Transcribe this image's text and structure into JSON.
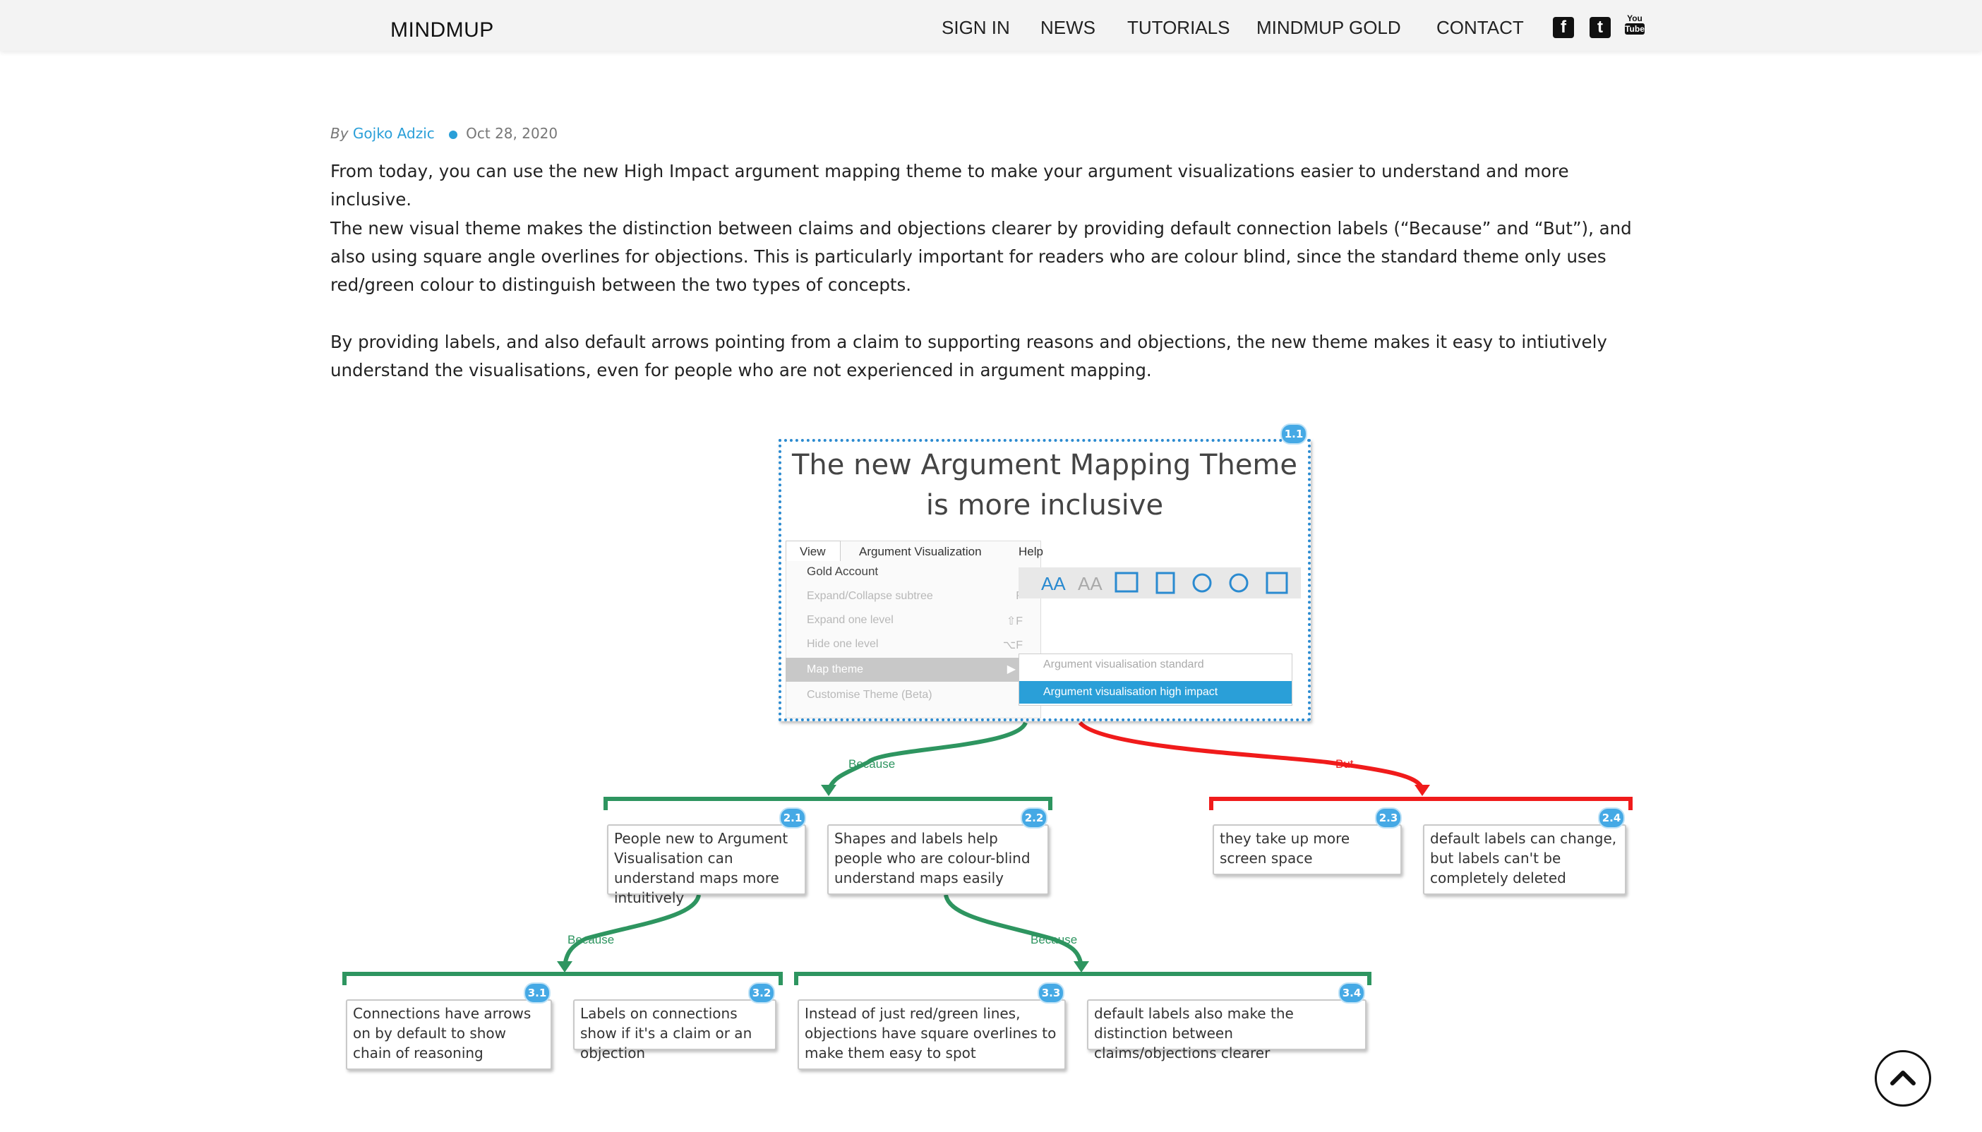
{
  "header": {
    "brand": "MINDMUP",
    "nav": [
      "SIGN IN",
      "NEWS",
      "TUTORIALS",
      "MINDMUP GOLD",
      "CONTACT"
    ],
    "social": [
      {
        "name": "facebook-icon",
        "glyph": "f"
      },
      {
        "name": "twitter-icon",
        "glyph": "t"
      },
      {
        "name": "youtube-icon",
        "top": "You",
        "bottom": "Tube"
      }
    ]
  },
  "post": {
    "by": "By",
    "author": "Gojko Adzic",
    "date": "Oct 28, 2020",
    "paragraphs": [
      "From today, you can use the new High Impact argument mapping theme to make your argument visualizations easier to understand and more inclusive.",
      "The new visual theme makes the distinction between claims and objections clearer by providing default connection labels (“Because” and “But”), and also using square angle overlines for objections. This is particularly important for readers who are colour blind, since the standard theme only uses red/green colour to distinguish between the two types of concepts.",
      "By providing labels, and also default arrows pointing from a claim to supporting reasons and objections, the new theme makes it easy to intiutively understand the visualisations, even for people who are not experienced in argument mapping."
    ]
  },
  "figure": {
    "root": {
      "badge": "1.1",
      "title_line1": "The new Argument Mapping Theme",
      "title_line2": "is more inclusive"
    },
    "screenshot": {
      "menu_bar": [
        "View",
        "Argument Visualization",
        "Help"
      ],
      "gold_account": "Gold Account",
      "menu_items": [
        {
          "label": "Expand/Collapse subtree",
          "shortcut": "F"
        },
        {
          "label": "Expand one level",
          "shortcut": "⇧F"
        },
        {
          "label": "Hide one level",
          "shortcut": "⌥F"
        },
        {
          "label": "Map theme",
          "shortcut": "▶"
        },
        {
          "label": "Customise Theme (Beta)",
          "shortcut": ""
        }
      ],
      "submenu": [
        "Argument visualisation standard",
        "Argument visualisation high impact"
      ]
    },
    "edge_labels": {
      "because": "Because",
      "but": "But"
    },
    "nodes": [
      {
        "badge": "2.1",
        "text": "People new to Argument Visualisation can understand maps more intuitively"
      },
      {
        "badge": "2.2",
        "text": "Shapes and labels help people who are colour-blind understand maps easily"
      },
      {
        "badge": "2.3",
        "text": "they take up more screen space"
      },
      {
        "badge": "2.4",
        "text": "default labels can change, but labels can't be completely deleted"
      },
      {
        "badge": "3.1",
        "text": "Connections have arrows on by default to show chain of reasoning"
      },
      {
        "badge": "3.2",
        "text": "Labels on connections show if it's a claim or an objection"
      },
      {
        "badge": "3.3",
        "text": "Instead of just red/green lines, objections have square overlines to make them easy to spot"
      },
      {
        "badge": "3.4",
        "text": "default labels also make the distinction between claims/objections clearer"
      }
    ],
    "colors": {
      "claim": "#2e9560",
      "objection": "#f01b1b",
      "badge": "#45a9e5"
    }
  },
  "scroll_top": {
    "icon": "chevron-up-icon"
  }
}
